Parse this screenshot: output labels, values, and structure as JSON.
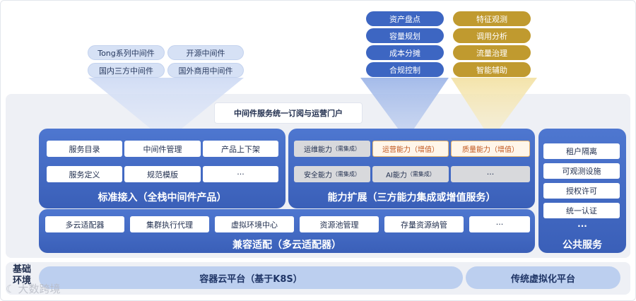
{
  "top_left_pills": [
    "Tong系列中间件",
    "开源中间件",
    "国内三方中间件",
    "国外商用中间件"
  ],
  "top_blue_pills": [
    "资产盘点",
    "容量规划",
    "成本分摊",
    "合规控制"
  ],
  "top_gold_pills": [
    "特征观测",
    "调用分析",
    "流量治理",
    "智能辅助"
  ],
  "portal": "中间件服务统一订阅与运营门户",
  "standard_access": {
    "title": "标准接入（全栈中间件产品）",
    "items": [
      "服务目录",
      "中间件管理",
      "产品上下架",
      "服务定义",
      "规范模版",
      "···"
    ]
  },
  "capability": {
    "title": "能力扩展（三方能力集成或增值服务）",
    "items": [
      {
        "label": "运维能力",
        "tag": "（需集成）"
      },
      {
        "label": "运营能力",
        "tag": "（增值）"
      },
      {
        "label": "质量能力",
        "tag": "（增值）"
      },
      {
        "label": "安全能力",
        "tag": "（需集成）"
      },
      {
        "label": "AI能力",
        "tag": "（需集成）"
      },
      {
        "label": "···",
        "tag": ""
      }
    ]
  },
  "compat": {
    "title": "兼容适配（多云适配器）",
    "items": [
      "多云适配器",
      "集群执行代理",
      "虚拟环境中心",
      "资源池管理",
      "存量资源纳管",
      "···"
    ]
  },
  "public": {
    "title": "公共服务",
    "items": [
      "租户隔离",
      "可观测设施",
      "授权许可",
      "统一认证",
      "···"
    ]
  },
  "base": {
    "label": "基础环境",
    "k8s": "容器云平台（基于K8S）",
    "legacy": "传统虚拟化平台"
  },
  "watermark": "大数跨境",
  "colors": {
    "panel_blue": "#3d66c2",
    "gold": "#c09a2f",
    "light_blue": "#bccfef",
    "orange_text": "#c2571e"
  }
}
